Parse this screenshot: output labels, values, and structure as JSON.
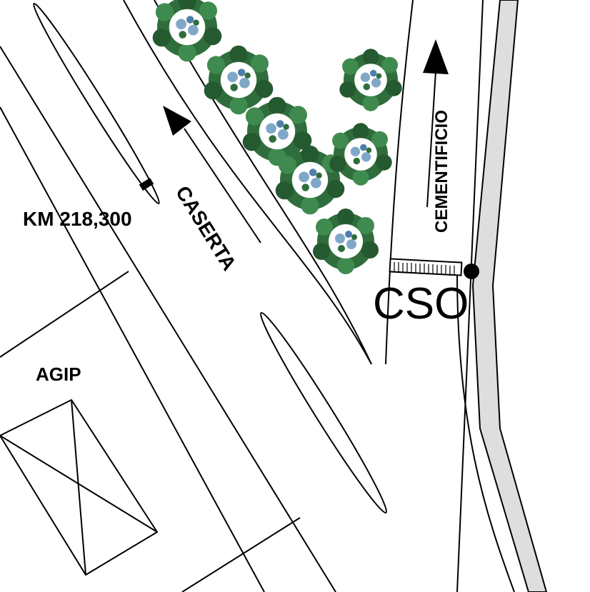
{
  "labels": {
    "km_marker": "KM 218,300",
    "direction_caserta": "CASERTA",
    "direction_cementificio": "CEMENTIFICIO",
    "station": "CSO",
    "fuel_station": "AGIP"
  },
  "colors": {
    "line": "#000000",
    "rail_fill": "#dedede",
    "tree_dark": "#2f6e3c",
    "tree_light": "#7fa8c8"
  }
}
